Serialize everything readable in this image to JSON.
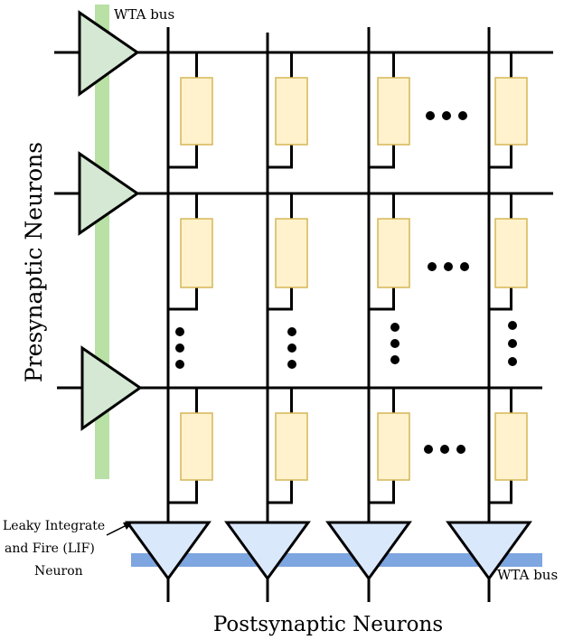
{
  "labels": {
    "wta_bus_top": "WTA bus",
    "wta_bus_bottom": "WTA bus",
    "presynaptic": "Presynaptic Neurons",
    "postsynaptic": "Postsynaptic Neurons",
    "lif_line1": "Leaky Integrate",
    "lif_line2": "and Fire (LIF)",
    "lif_line3": "Neuron"
  },
  "colors": {
    "presynaptic_fill": "#d5e8d4",
    "postsynaptic_fill": "#dae8fc",
    "synapse_fill": "#fff2cc",
    "synapse_stroke": "#d6b656",
    "wta_bus_vertical": "#b9e0a5",
    "wta_bus_horizontal": "#7ea6e0",
    "wire": "#000000"
  },
  "structure": {
    "presynaptic_neuron_count": 3,
    "postsynaptic_neuron_count": 4,
    "synapse_rows_shown": 3,
    "synapse_columns_shown": 4,
    "ellipsis_glyph": "•••"
  }
}
